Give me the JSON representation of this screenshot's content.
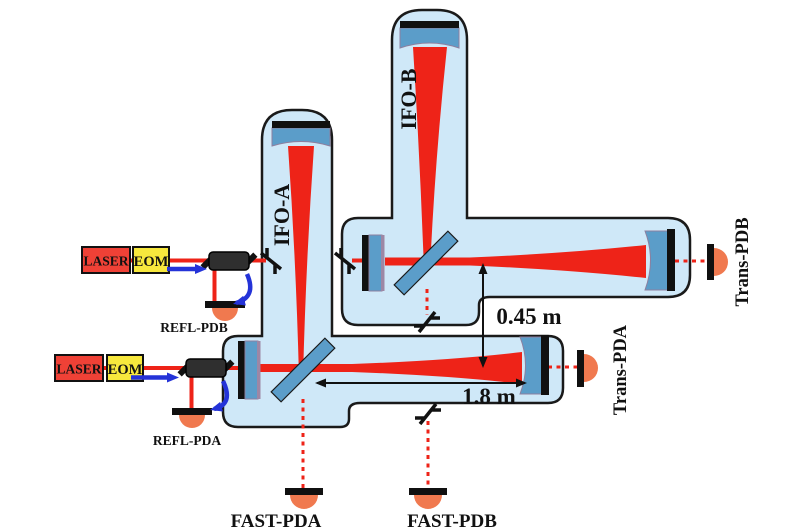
{
  "figure": {
    "chains": {
      "b": {
        "laser": "LASER",
        "eom": "EOM",
        "refl": "REFL-PDB"
      },
      "a": {
        "laser": "LASER",
        "eom": "EOM",
        "refl": "REFL-PDA"
      }
    },
    "ifos": {
      "a": {
        "label": "IFO-A",
        "trans": "Trans-PDA",
        "fast": "FAST-PDA"
      },
      "b": {
        "label": "IFO-B",
        "trans": "Trans-PDB",
        "fast": "FAST-PDB"
      }
    },
    "measurements": {
      "separation": "0.45 m",
      "arm_length": "1.8 m"
    },
    "colors": {
      "enclosure": "#cfe8f8",
      "beam": "#ee2318",
      "mirror": "#5b9dc9",
      "mirror_edge": "#8d7f9f",
      "detector": "#f0794f",
      "arrow_blue": "#2433d8",
      "laser_box": "#ef4136",
      "eom_box": "#f7e83d",
      "outline": "#1a1a1a",
      "laser_text": "#7a1113"
    }
  }
}
